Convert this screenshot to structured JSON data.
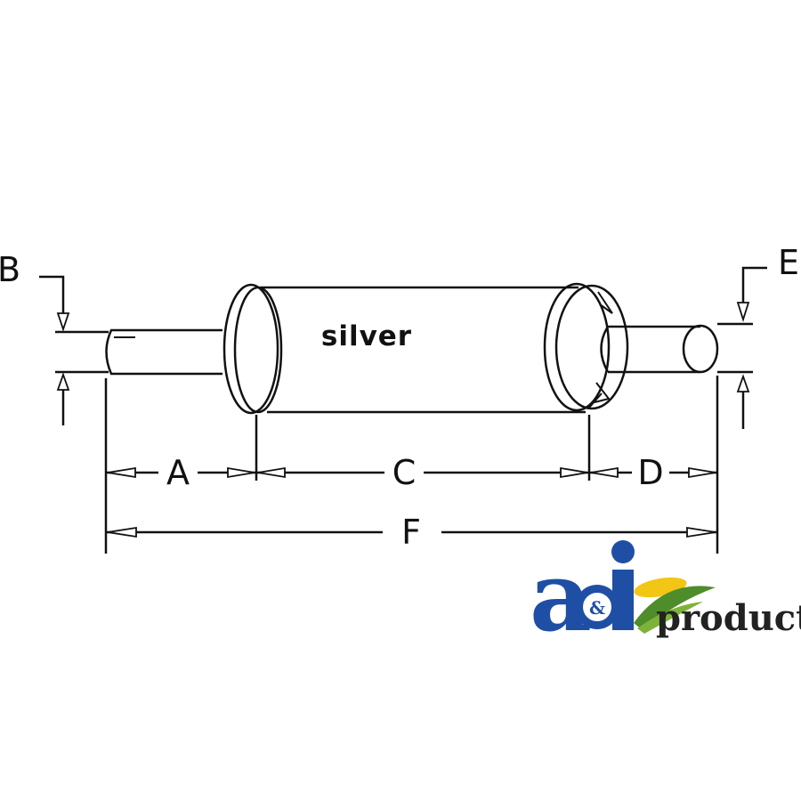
{
  "diagram": {
    "product_label": "silver",
    "dimensions": {
      "a": "A",
      "b": "B",
      "c": "C",
      "d": "D",
      "e": "E",
      "f": "F"
    }
  },
  "logo": {
    "word": "products",
    "ampersand": "&",
    "colors": {
      "blue": "#1f4fa5",
      "green": "#4f8c2a",
      "yellow": "#f2c614"
    }
  }
}
